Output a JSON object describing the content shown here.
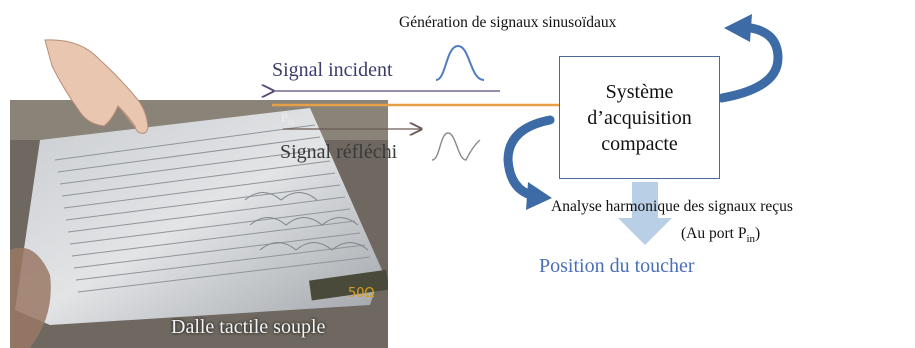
{
  "generation_label": "Génération de signaux sinusoïdaux",
  "incident_label": "Signal incident",
  "port_label": {
    "base": "P",
    "sub": "in"
  },
  "reflected_label": "Signal réfléchi",
  "system_box": {
    "text": "Système\nd’acquisition\ncompacte"
  },
  "analysis_label": "Analyse harmonique des signaux reçus",
  "analysis_port": {
    "prefix": "(Au port P",
    "sub": "in",
    "suffix": ")"
  },
  "position_label": "Position du toucher",
  "slab_label": "Dalle tactile souple",
  "resistor_label": "50Ω",
  "colors": {
    "curved_arrow": "#3d6ba6",
    "signal_line": "#e8a048",
    "incident_arrow": "#5a4a7a",
    "reflected_arrow": "#6a5a55",
    "down_arrow": "#b9cfe6",
    "box_border": "#4a6a9a",
    "position_text": "#4a6fb8"
  },
  "icons": [
    "pointing-hand-icon",
    "sine-wave-icon",
    "curved-arrow-icon",
    "down-arrow-icon"
  ]
}
